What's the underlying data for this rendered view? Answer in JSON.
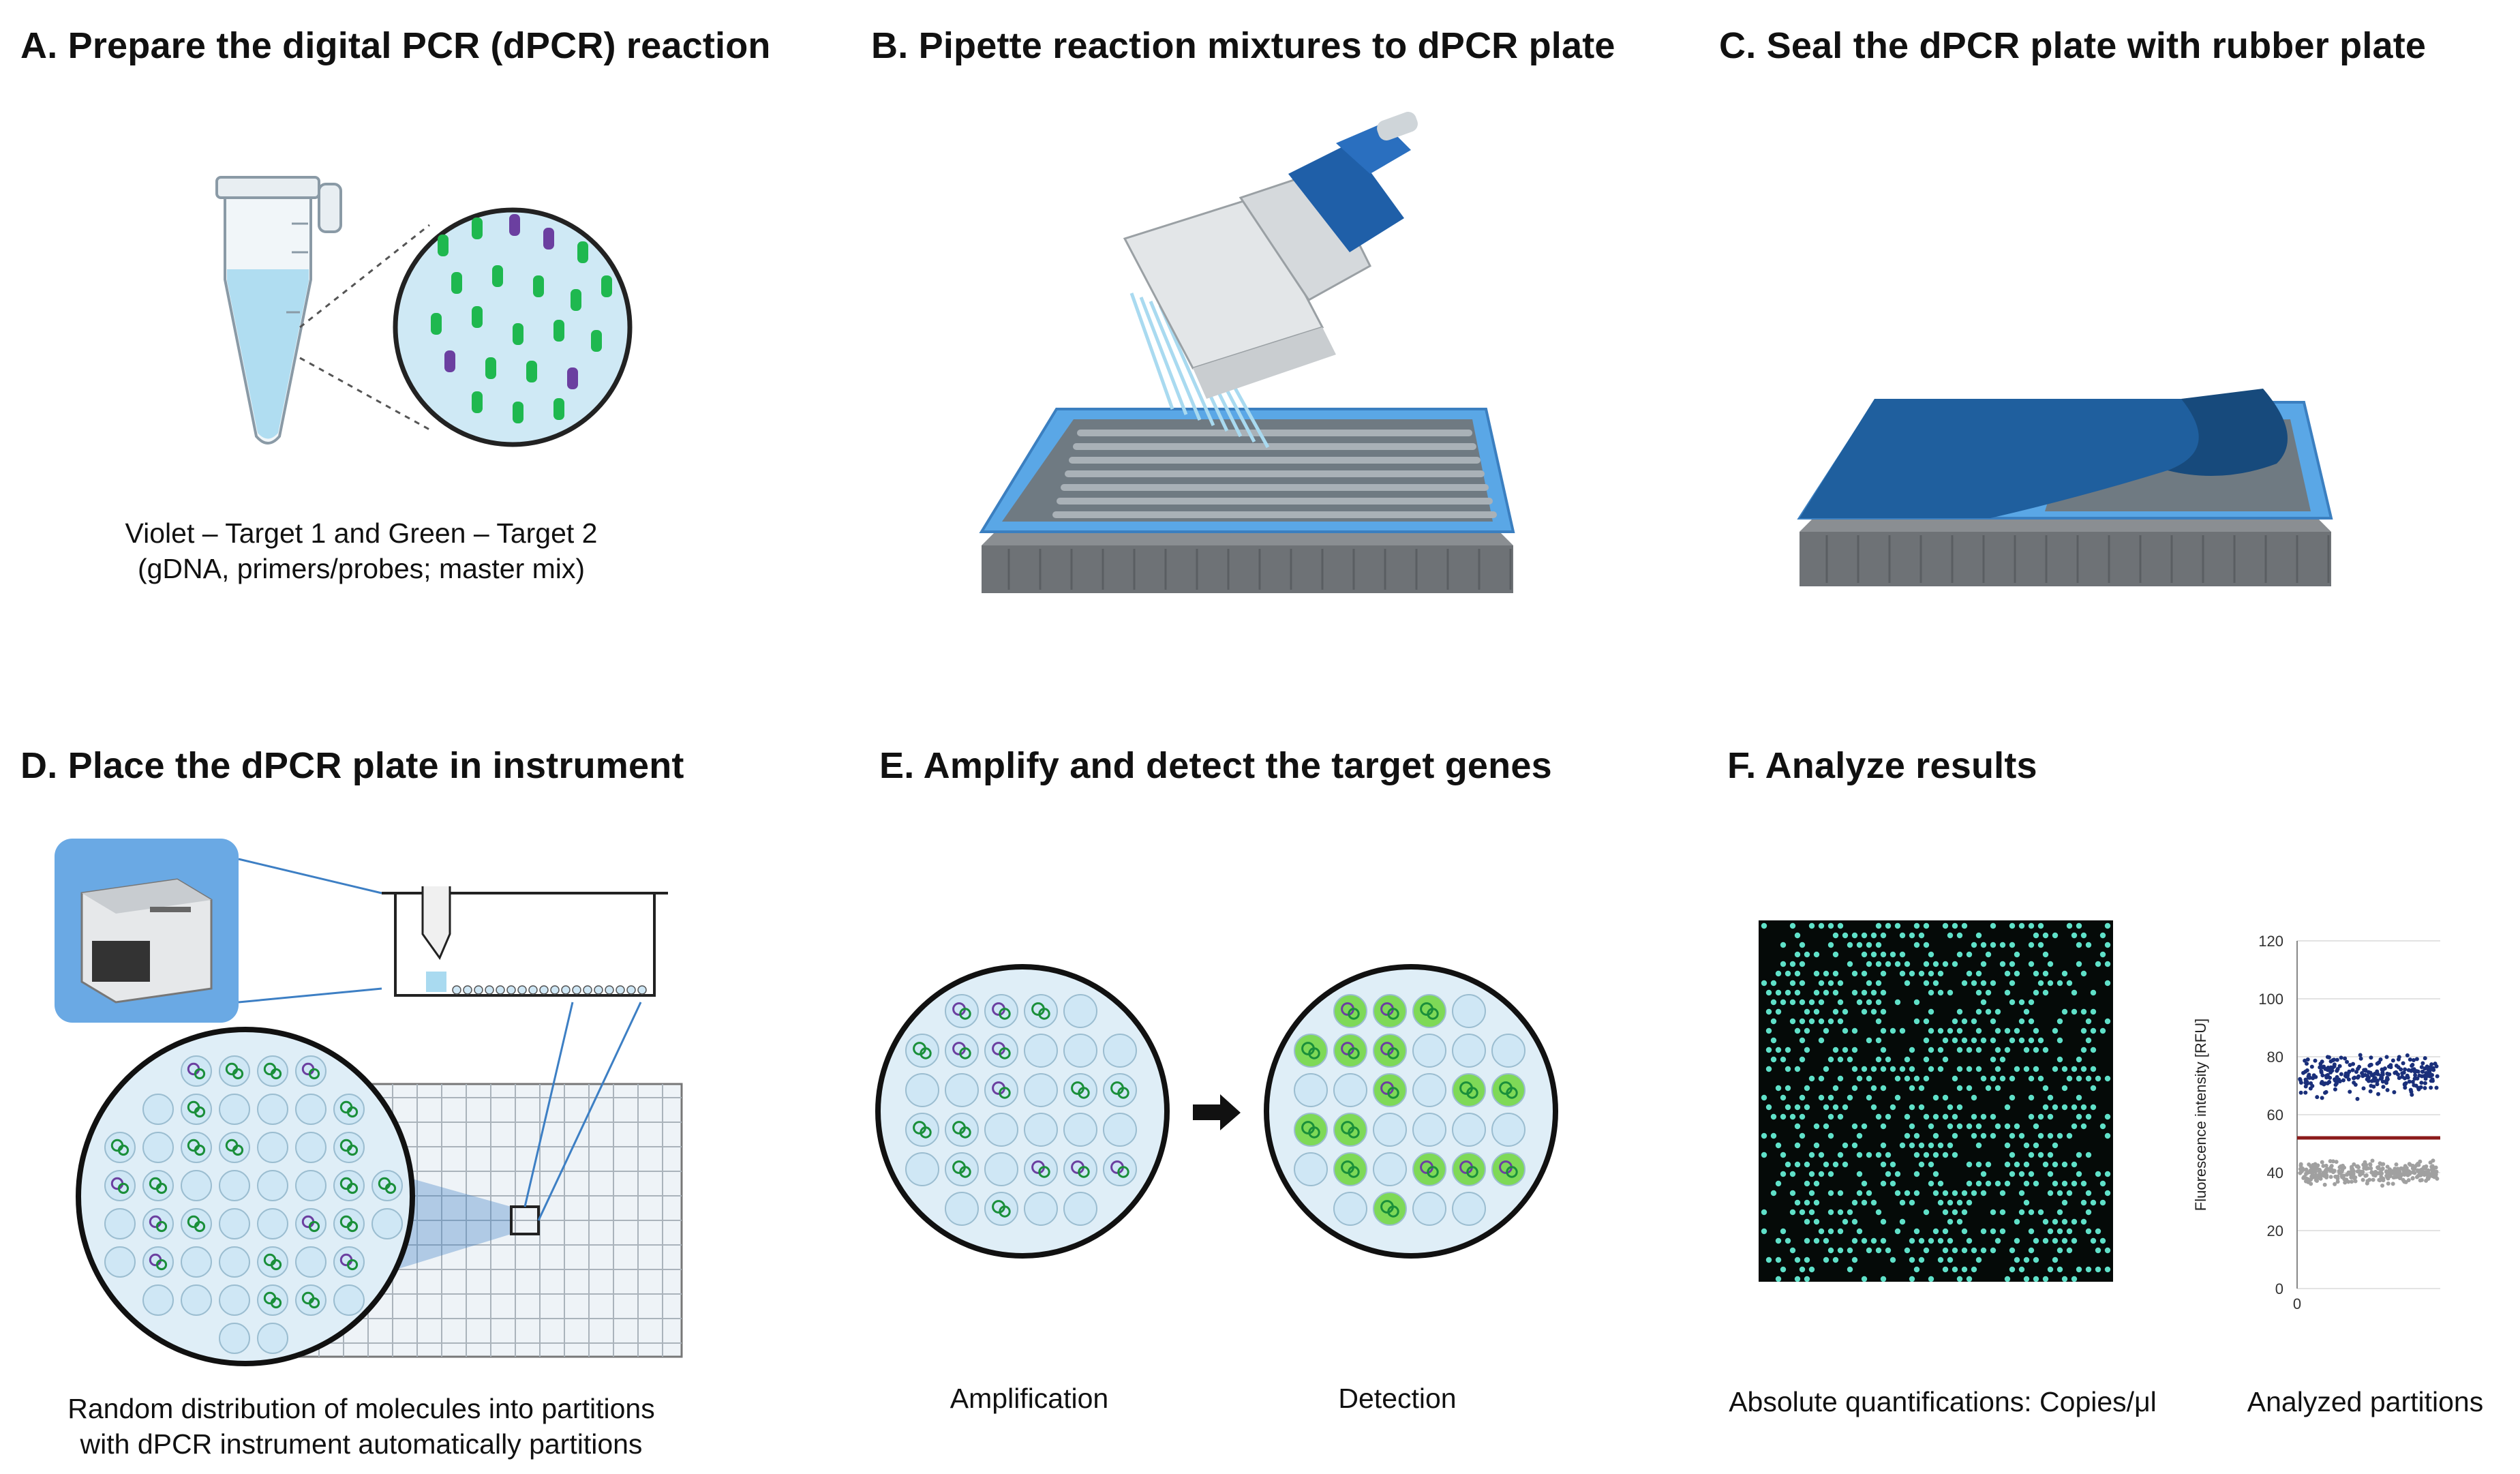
{
  "panels": {
    "a": {
      "title": "A. Prepare the digital PCR (dPCR) reaction",
      "caption_line1": "Violet – Target 1 and Green – Target 2",
      "caption_line2": "(gDNA, primers/probes; master mix)"
    },
    "b": {
      "title": "B. Pipette reaction mixtures to dPCR plate"
    },
    "c": {
      "title": "C. Seal the dPCR plate with rubber plate"
    },
    "d": {
      "title": "D. Place the dPCR plate in instrument",
      "caption_line1": "Random distribution of molecules into partitions",
      "caption_line2": "with dPCR instrument automatically partitions"
    },
    "e": {
      "title": "E. Amplify and detect the target genes",
      "label_left": "Amplification",
      "label_right": "Detection"
    },
    "f": {
      "title": "F. Analyze results",
      "label_left": "Absolute quantifications: Copies/μl",
      "label_right": "Analyzed partitions"
    }
  },
  "colors": {
    "violet": "#6b3fa0",
    "green": "#1fb84f",
    "plate_blue": "#4a90d9",
    "seal_blue": "#1f5f9e",
    "partition": "#cfe7f5",
    "positive_partition": "#7ed957",
    "scatter_positive": "#1a2f7a",
    "scatter_negative": "#a0a0a0",
    "threshold": "#8b1a1a"
  },
  "chart_data": {
    "type": "scatter",
    "title": "",
    "xlabel": "",
    "ylabel": "Fluorescence intensity [RFU]",
    "ylim": [
      0,
      120
    ],
    "yticks": [
      0,
      20,
      40,
      60,
      80,
      100,
      120
    ],
    "xticks": [
      0
    ],
    "threshold": 52,
    "series": [
      {
        "name": "",
        "color": "#1a2f7a",
        "y_center": 74,
        "y_spread": 4,
        "count": 260
      },
      {
        "name": "",
        "color": "#a0a0a0",
        "y_center": 40,
        "y_spread": 2,
        "count": 320
      }
    ],
    "grid": true
  }
}
